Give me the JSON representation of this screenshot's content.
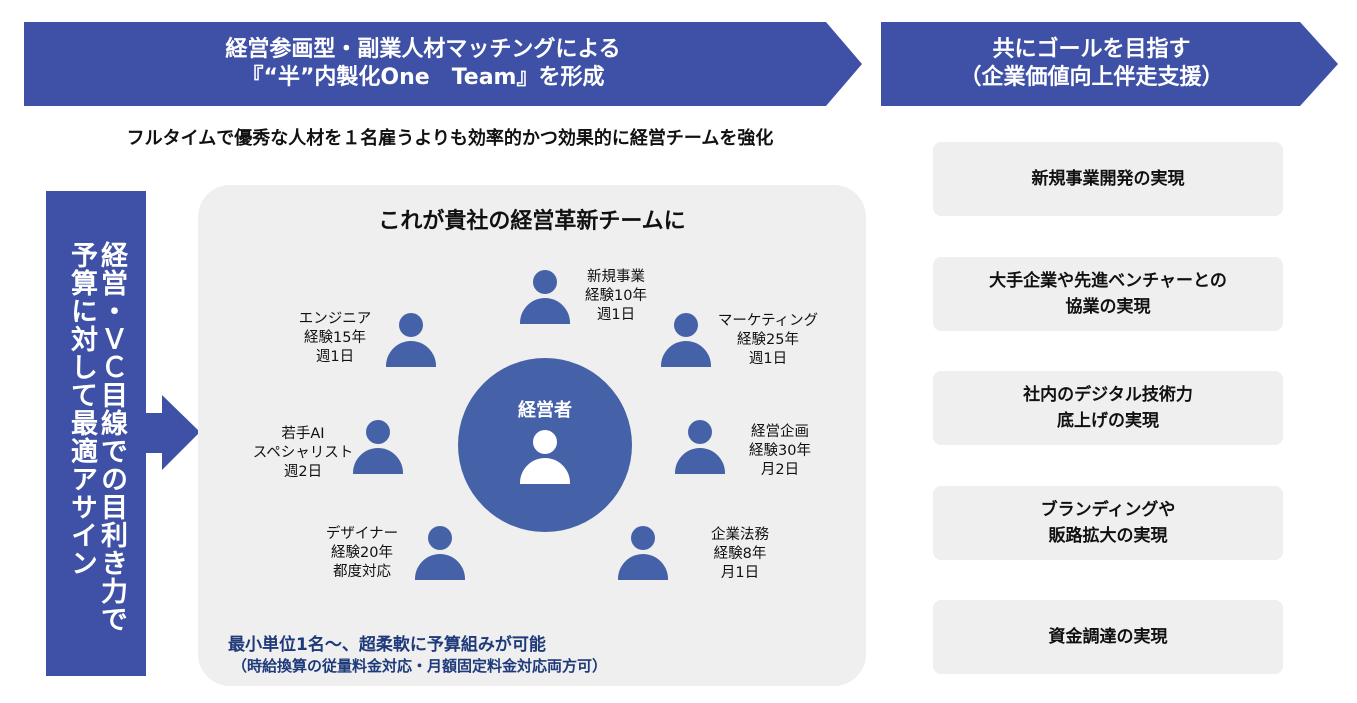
{
  "left_banner": {
    "line1": "経営参画型・副業人材マッチングによる",
    "line2": "『“半”内製化One　Team』を形成"
  },
  "right_banner": {
    "line1": "共にゴールを目指す",
    "line2": "（企業価値向上伴走支援）"
  },
  "subtitle": "フルタイムで優秀な人材を１名雇うよりも効率的かつ効果的に経営チームを強化",
  "vertical_bar": {
    "col1": "経営・ＶＣ目線での目利き力で",
    "col2": "予算に対して最適アサイン"
  },
  "panel": {
    "title": "これが貴社の経営革新チームに",
    "center_label": "経営者",
    "members": [
      {
        "role": "新規事業",
        "exp": "経験10年",
        "freq": "週1日"
      },
      {
        "role": "エンジニア",
        "exp": "経験15年",
        "freq": "週1日"
      },
      {
        "role": "マーケティング",
        "exp": "経験25年",
        "freq": "週1日"
      },
      {
        "role": "若手AI",
        "exp": "スペシャリスト",
        "freq": "週2日"
      },
      {
        "role": "経営企画",
        "exp": "経験30年",
        "freq": "月2日"
      },
      {
        "role": "デザイナー",
        "exp": "経験20年",
        "freq": "都度対応"
      },
      {
        "role": "企業法務",
        "exp": "経験8年",
        "freq": "月1日"
      }
    ],
    "note_main": "最小単位1名～、超柔軟に予算組みが可能",
    "note_sub": "（時給換算の従量料金対応・月額固定料金対応両方可）"
  },
  "goals": [
    {
      "line1": "新規事業開発の実現",
      "line2": ""
    },
    {
      "line1": "大手企業や先進ベンチャーとの",
      "line2": "協業の実現"
    },
    {
      "line1": "社内のデジタル技術力",
      "line2": "底上げの実現"
    },
    {
      "line1": "ブランディングや",
      "line2": "販路拡大の実現"
    },
    {
      "line1": "資金調達の実現",
      "line2": ""
    }
  ],
  "colors": {
    "accent": "#3F51A6",
    "person": "#4562A8",
    "panel": "#EFEFEF",
    "note": "#1F3A7A"
  }
}
